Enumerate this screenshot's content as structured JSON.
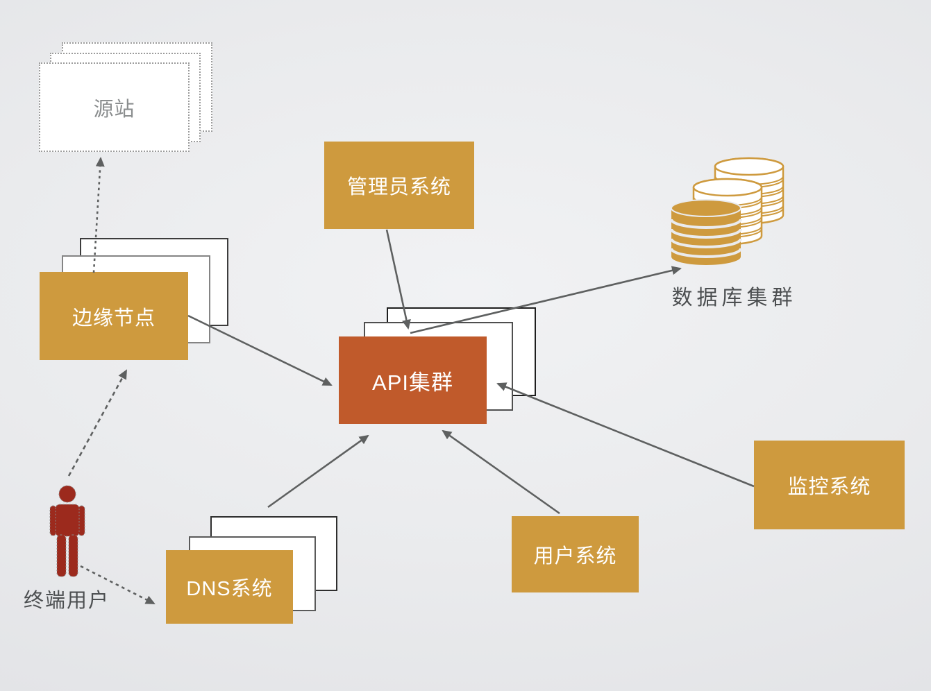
{
  "diagram": {
    "type": "architecture-diagram",
    "language": "zh-CN",
    "nodes": {
      "origin": {
        "label": "源站",
        "shape": "stacked-dotted-rect",
        "stack_count": 3
      },
      "admin": {
        "label": "管理员系统",
        "shape": "rect",
        "fill": "gold"
      },
      "database": {
        "label": "数据库集群",
        "shape": "cylinder-stack",
        "stack_count": 3
      },
      "edge": {
        "label": "边缘节点",
        "shape": "stacked-rect",
        "stack_count": 3,
        "fill": "gold"
      },
      "api": {
        "label": "API集群",
        "shape": "stacked-rect",
        "stack_count": 3,
        "fill": "orange"
      },
      "monitor": {
        "label": "监控系统",
        "shape": "rect",
        "fill": "gold"
      },
      "user_system": {
        "label": "用户系统",
        "shape": "rect",
        "fill": "gold"
      },
      "dns": {
        "label": "DNS系统",
        "shape": "stacked-rect",
        "stack_count": 3,
        "fill": "gold"
      },
      "end_user": {
        "label": "终端用户",
        "shape": "person-icon",
        "fill": "red"
      }
    },
    "edges": [
      {
        "from": "end_user",
        "to": "edge",
        "style": "dashed"
      },
      {
        "from": "end_user",
        "to": "dns",
        "style": "dashed"
      },
      {
        "from": "edge",
        "to": "origin",
        "style": "dashed"
      },
      {
        "from": "edge",
        "to": "api",
        "style": "solid"
      },
      {
        "from": "admin",
        "to": "api",
        "style": "solid"
      },
      {
        "from": "api",
        "to": "database",
        "style": "solid"
      },
      {
        "from": "monitor",
        "to": "api",
        "style": "solid"
      },
      {
        "from": "dns",
        "to": "api",
        "style": "solid"
      },
      {
        "from": "user_system",
        "to": "api",
        "style": "solid"
      }
    ],
    "colors": {
      "gold": "#CE9A3E",
      "orange": "#C05A2B",
      "person_red": "#9C2A1D",
      "arrow_gray": "#5E6060",
      "label_gray": "#4C4F51",
      "muted_gray": "#8B8E8F"
    }
  }
}
